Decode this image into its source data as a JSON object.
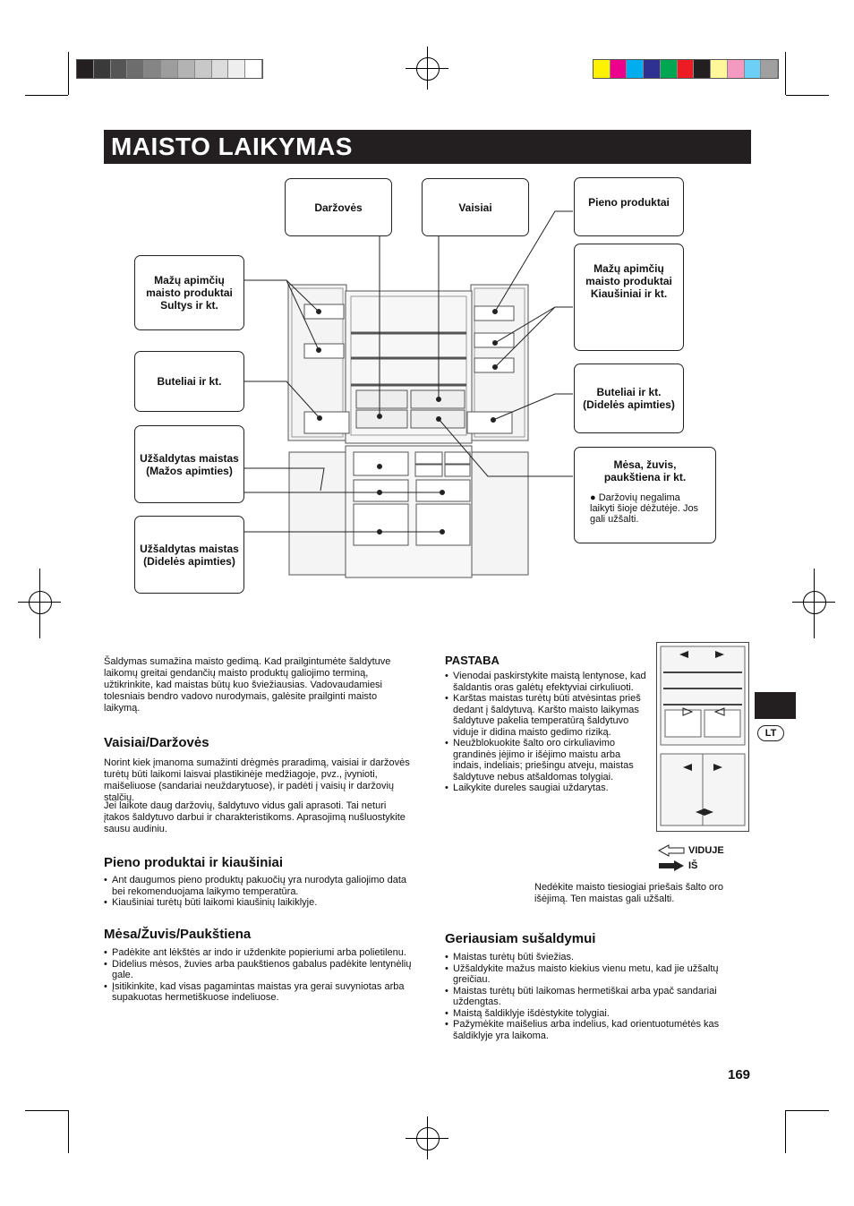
{
  "title": "MAISTO LAIKYMAS",
  "diagram": {
    "labels": {
      "darzoves": "Daržovės",
      "vaisiai": "Vaisiai",
      "pieno": "Pieno produktai",
      "mazu_left_1": "Mažų apimčių",
      "mazu_left_2": "maisto produktai",
      "mazu_left_3": "Sultys ir kt.",
      "mazu_right_1": "Mažų apimčių",
      "mazu_right_2": "maisto produktai",
      "mazu_right_3": "Kiaušiniai ir kt.",
      "buteliai_left": "Buteliai ir kt.",
      "buteliai_right_1": "Buteliai ir kt.",
      "buteliai_right_2": "(Didelės apimties)",
      "uzs_small_1": "Užšaldytas maistas",
      "uzs_small_2": "(Mažos apimties)",
      "uzs_large_1": "Užšaldytas maistas",
      "uzs_large_2": "(Didelės apimties)",
      "mesa_1": "Mėsa, žuvis,",
      "mesa_2": "paukštiena ir kt.",
      "mesa_note": "● Daržovių negalima laikyti šioje dėžutėje. Jos gali užšalti."
    }
  },
  "intro": "Šaldymas sumažina maisto gedimą. Kad prailgintumėte šaldytuve laikomų greitai gendančių maisto produktų galiojimo terminą, užtikrinkite, kad maistas būtų kuo šviežiausias. Vadovaudamiesi tolesniais bendro vadovo nurodymais, galėsite prailginti maisto laikymą.",
  "sections": {
    "vaisiai": {
      "heading": "Vaisiai/Daržovės",
      "p1": "Norint kiek įmanoma sumažinti drėgmės praradimą, vaisiai ir daržovės turėtų būti laikomi laisvai plastikinėje medžiagoje, pvz., įvynioti, maišeliuose (sandariai neuždarytuose), ir padėti į vaisių ir daržovių stalčių.",
      "p2": "Jei laikote daug daržovių, šaldytuvo vidus gali aprasoti. Tai neturi įtakos šaldytuvo darbui ir charakteristikoms. Aprasojimą nušluostykite sausu audiniu."
    },
    "pieno": {
      "heading": "Pieno produktai ir kiaušiniai",
      "items": [
        "Ant daugumos pieno produktų pakuočių yra nurodyta galiojimo data bei rekomenduojama laikymo temperatūra.",
        "Kiaušiniai turėtų būti laikomi kiaušinių laikiklyje."
      ]
    },
    "mesa": {
      "heading": "Mėsa/Žuvis/Paukštiena",
      "items": [
        "Padėkite ant lėkštės ar indo ir uždenkite popieriumi arba polietilenu.",
        "Didelius mėsos, žuvies arba paukštienos gabalus padėkite lentynėlių gale.",
        "Įsitikinkite, kad visas pagamintas maistas yra gerai suvyniotas arba supakuotas hermetiškuose indeliuose."
      ]
    },
    "pastaba": {
      "heading": "PASTABA",
      "items": [
        "Vienodai paskirstykite maistą lentynose, kad šaldantis oras galėtų efektyviai cirkuliuoti.",
        "Karštas maistas turėtų būti atvėsintas prieš dedant į šaldytuvą. Karšto maisto laikymas šaldytuve pakelia temperatūrą šaldytuvo viduje ir didina maisto gedimo riziką.",
        "Neužblokuokite šalto oro cirkuliavimo grandinės įėjimo ir išėjimo maistu arba indais, indeliais; priešingu atveju, maistas šaldytuve nebus atšaldomas tolygiai.",
        "Laikykite dureles saugiai uždarytas."
      ]
    },
    "airflow": {
      "viduje": "VIDUJE",
      "is": "IŠ",
      "note": "Nedėkite maisto tiesiogiai priešais šalto oro išėjimą. Ten maistas gali užšalti."
    },
    "geriausiam": {
      "heading": "Geriausiam sušaldymui",
      "items": [
        "Maistas turėtų būti šviežias.",
        "Užšaldykite mažus maisto kiekius vienu metu, kad jie užšaltų greičiau.",
        "Maistas turėtų būti laikomas hermetiškai arba ypač sandariai uždengtas.",
        "Maistą šaldiklyje išdėstykite tolygiai.",
        "Pažymėkite maišelius arba indelius, kad orientuotumėtės kas šaldiklyje yra laikoma."
      ]
    }
  },
  "lang_badge": "LT",
  "page_number": "169",
  "colors": {
    "title_bg": "#231f20",
    "gray_swatches": [
      "#231f20",
      "#3a3a3a",
      "#555555",
      "#6d6d6d",
      "#858585",
      "#9d9d9d",
      "#b3b3b3",
      "#c8c8c8",
      "#dcdcdc",
      "#eeeeee",
      "#ffffff"
    ],
    "color_swatches": [
      "#fff200",
      "#ec008c",
      "#00aeef",
      "#2e3192",
      "#00a651",
      "#ed1c24",
      "#231f20",
      "#fff799",
      "#f49ac1",
      "#6dcff6",
      "#a0a0a0"
    ]
  }
}
